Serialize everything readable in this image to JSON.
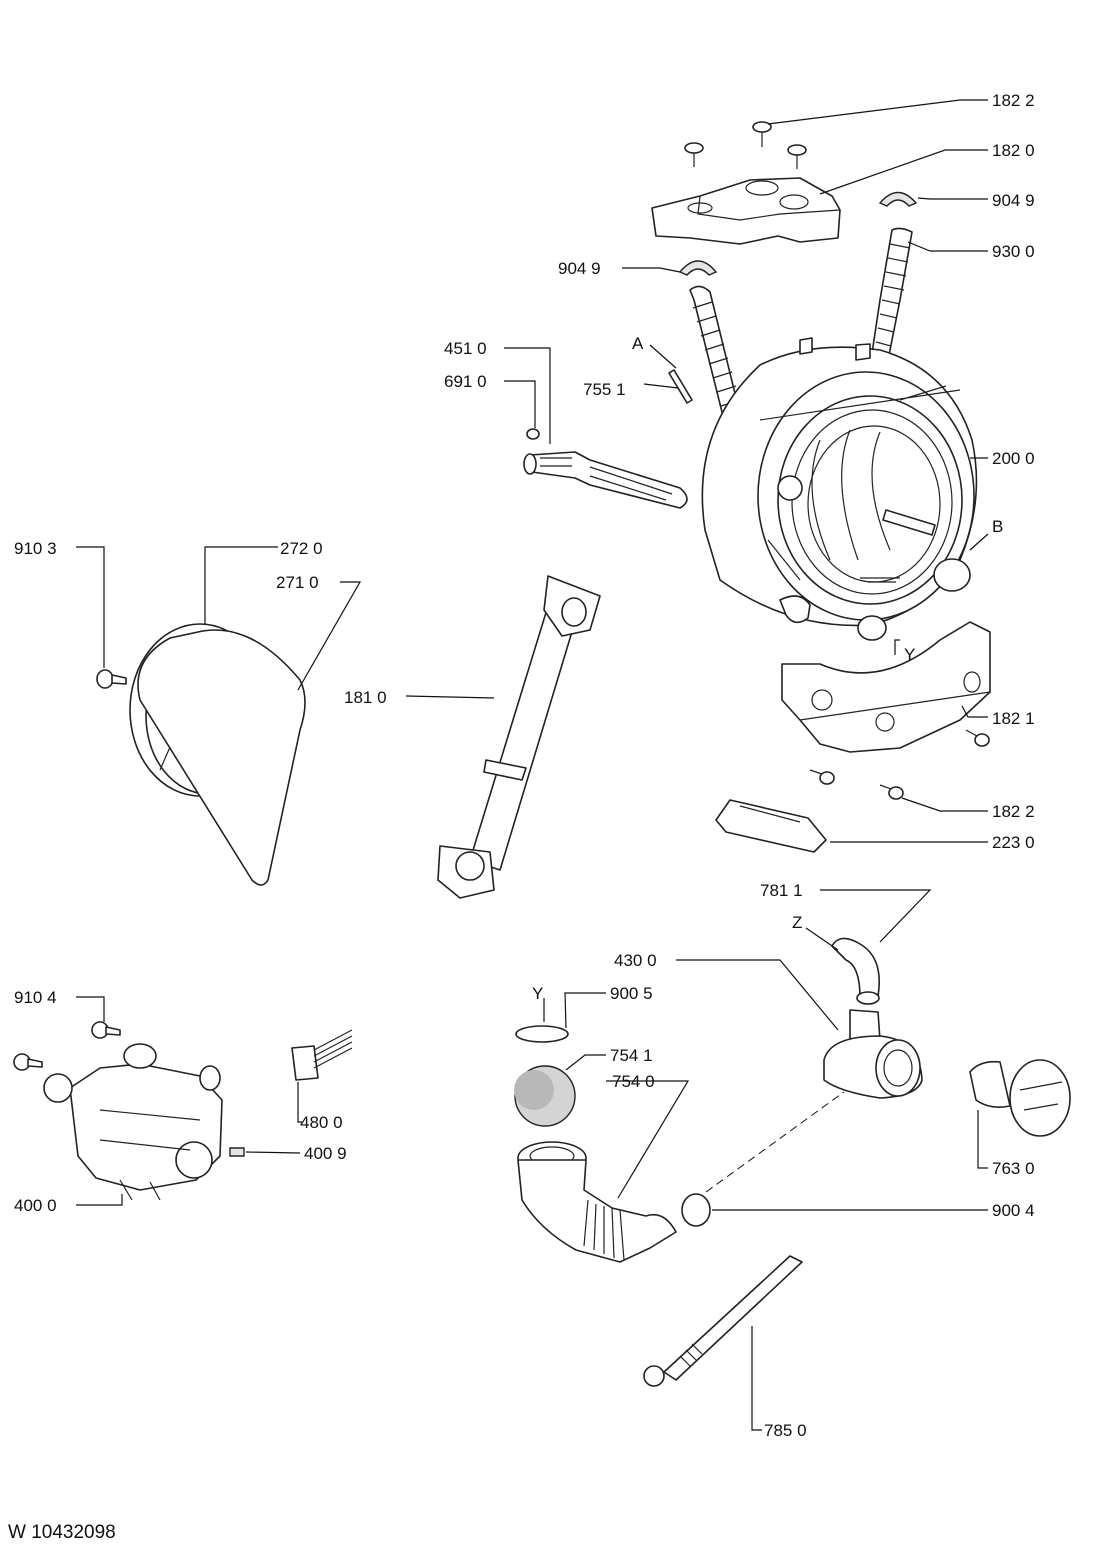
{
  "document_number": "W 10432098",
  "callouts": {
    "c1822a": "182 2",
    "c1820": "182 0",
    "c9049a": "904 9",
    "c9300": "930 0",
    "c9049b": "904 9",
    "c4510": "451 0",
    "c6910": "691 0",
    "cA": "A",
    "c7551": "755 1",
    "c2000": "200 0",
    "cB": "B",
    "c9103": "910 3",
    "c2720": "272 0",
    "c2710": "271 0",
    "cY1": "Y",
    "c1810": "181 0",
    "c1821": "182 1",
    "c1822b": "182 2",
    "c2230": "223 0",
    "c7811": "781 1",
    "cZ": "Z",
    "c4300": "430 0",
    "cY2": "Y",
    "c9005": "900 5",
    "c7541": "754 1",
    "c7540": "754 0",
    "c9104": "910 4",
    "c4800": "480 0",
    "c4009": "400 9",
    "c4000": "400 0",
    "c7630": "763 0",
    "c9004": "900 4",
    "c7850": "785 0"
  }
}
